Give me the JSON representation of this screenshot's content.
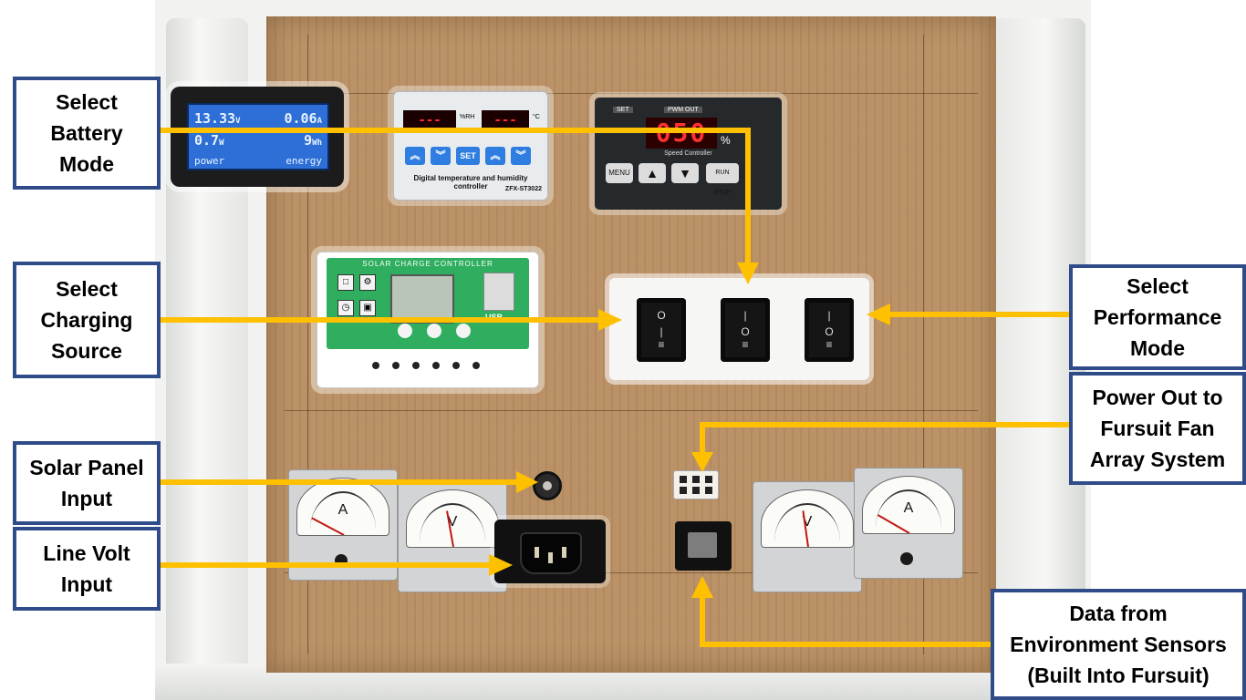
{
  "labels": {
    "battery_mode": "Select\nBattery\nMode",
    "charging_source": "Select\nCharging\nSource",
    "solar_input": "Solar Panel\nInput",
    "line_volt": "Line Volt\nInput",
    "performance_mode": "Select\nPerformance\nMode",
    "power_out": "Power Out to\nFursuit Fan\nArray System",
    "sensor_data": "Data from\nEnvironment Sensors\n(Built Into Fursuit)"
  },
  "power_meter": {
    "voltage": "13.33",
    "voltage_unit": "V",
    "current": "0.06",
    "current_unit": "A",
    "power": "0.7",
    "power_unit": "W",
    "energy": "9",
    "energy_unit": "Wh",
    "power_caption": "power",
    "energy_caption": "energy"
  },
  "thermo_controller": {
    "display_left": "---",
    "display_right": "---",
    "humidity_tag": "%RH",
    "temp_tag": "°C",
    "set_label": "SET",
    "caption": "Digital temperature and humidity controller",
    "model": "ZFX-ST3022"
  },
  "speed_controller": {
    "set_tag": "SET",
    "pwm_tag": "PWM OUT",
    "value": "050",
    "unit": "%",
    "caption": "Speed Controller",
    "menu_label": "MENU",
    "run_stop_label": "RUN STOP"
  },
  "solar_controller": {
    "title": "SOLAR CHARGE CONTROLLER",
    "usb_label": "USB"
  },
  "meters": {
    "ammeter_unit": "A",
    "voltmeter_unit": "V"
  },
  "colors": {
    "arrow": "#ffc000",
    "callout_border": "#2f4b8a"
  }
}
